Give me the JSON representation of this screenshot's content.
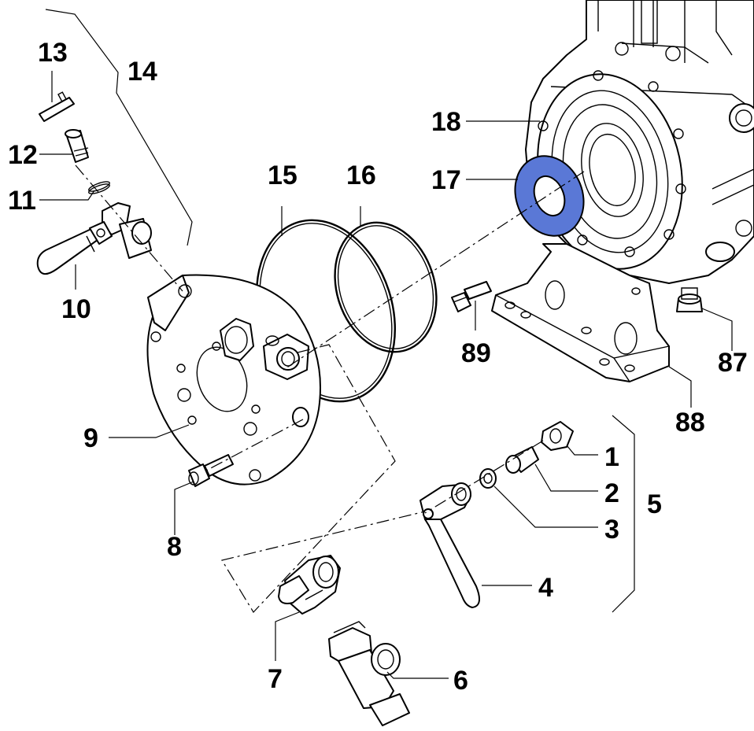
{
  "colors": {
    "highlight": "#5a78d6",
    "line": "#000000",
    "background": "#ffffff"
  },
  "callouts": {
    "c1": "1",
    "c2": "2",
    "c3": "3",
    "c4": "4",
    "c5": "5",
    "c6": "6",
    "c7": "7",
    "c8": "8",
    "c9": "9",
    "c10": "10",
    "c11": "11",
    "c12": "12",
    "c13": "13",
    "c14": "14",
    "c15": "15",
    "c16": "16",
    "c17": "17",
    "c18": "18",
    "c87": "87",
    "c88": "88",
    "c89": "89"
  },
  "highlighted_part": "17"
}
